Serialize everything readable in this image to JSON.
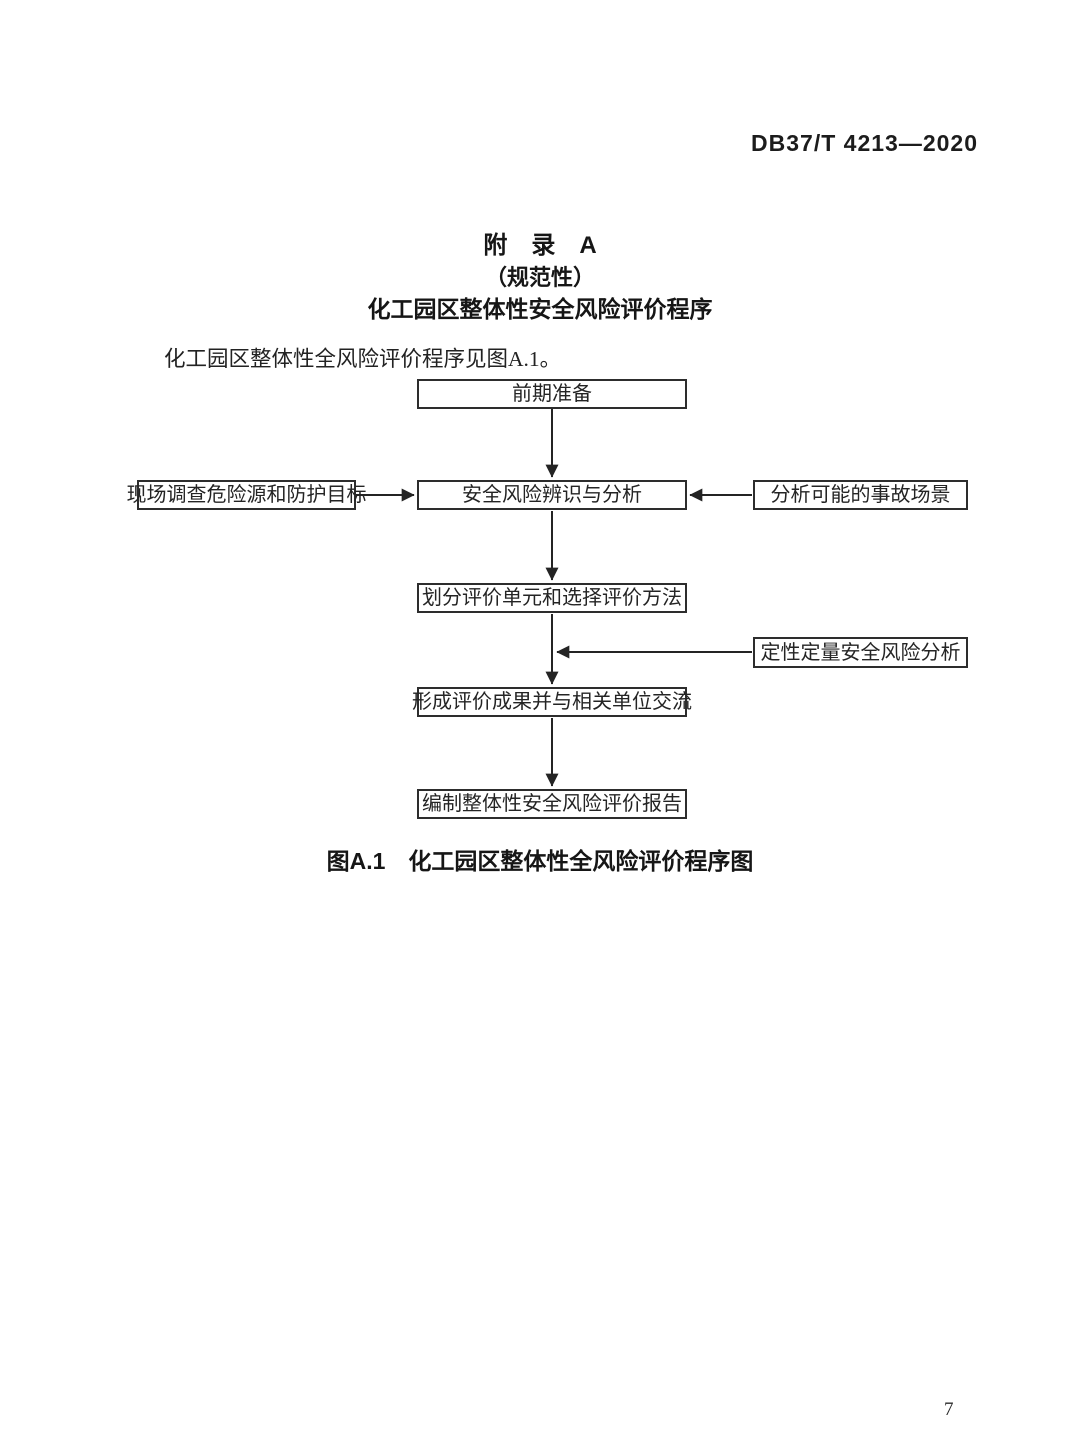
{
  "page": {
    "header_code": "DB37/T 4213—2020",
    "page_number": "7"
  },
  "appendix": {
    "title_line1": "附　录　A",
    "title_line2": "（规范性）",
    "title_line3": "化工园区整体性安全风险评价程序",
    "intro_text": "化工园区整体性全风险评价程序见图A.1。"
  },
  "flowchart": {
    "caption": "图A.1　化工园区整体性全风险评价程序图",
    "nodes": {
      "step1": "前期准备",
      "step2": "安全风险辨识与分析",
      "step3": "划分评价单元和选择评价方法",
      "step4": "形成评价成果并与相关单位交流",
      "step5": "编制整体性安全风险评价报告",
      "side_left": "现场调查危险源和防护目标",
      "side_right": "分析可能的事故场景",
      "side_analysis": "定性定量安全风险分析"
    }
  }
}
